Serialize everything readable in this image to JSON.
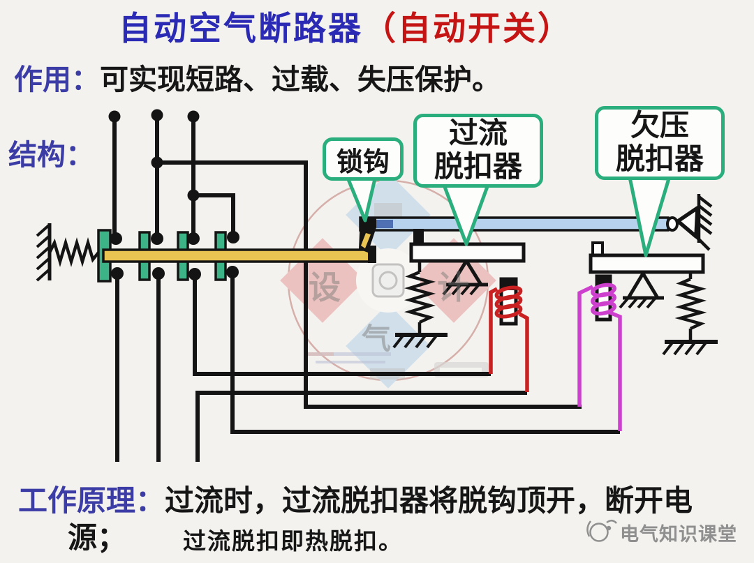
{
  "slide": {
    "title_main": "自动空气断路器",
    "title_paren": "（自动开关）",
    "function_label": "作用：",
    "function_text": "可实现短路、过载、失压保护。",
    "structure_label": "结构：",
    "principle_label": "工作原理：",
    "principle_text": "过流时，过流脱扣器将脱钩顶开，断开电",
    "principle_text2": "源；",
    "principle_note": "过流脱扣即热脱扣。",
    "brand": "电气知识课堂"
  },
  "callouts": {
    "lock_hook": "锁钩",
    "overcurrent_line1": "过流",
    "overcurrent_line2": "脱扣器",
    "undervoltage_line1": "欠压",
    "undervoltage_line2": "脱扣器"
  },
  "watermark": {
    "char_left": "设",
    "char_right": "计",
    "char_bottom": "气"
  },
  "colors": {
    "title-blue": "#2a2ab4",
    "title-red": "#c41414",
    "label-blue": "#3c3ca6",
    "ink": "#161616",
    "callout-green": "#2bae7e",
    "contact-green": "#3cb487",
    "bar-yellow": "#eac453",
    "lever-blue": "#b7d2ec",
    "lever-navy": "#3d5fa8",
    "coil-red": "#c92121",
    "coil-magenta": "#cd3fcd",
    "wire": "#141414",
    "brand-gray": "#8f8f8f",
    "paper": "#f3f2ee",
    "wm-red": "#e58a8a",
    "wm-blue": "#a6c9e6",
    "wm-ring": "#b5605a",
    "wm-gray": "#8a8a8a"
  }
}
